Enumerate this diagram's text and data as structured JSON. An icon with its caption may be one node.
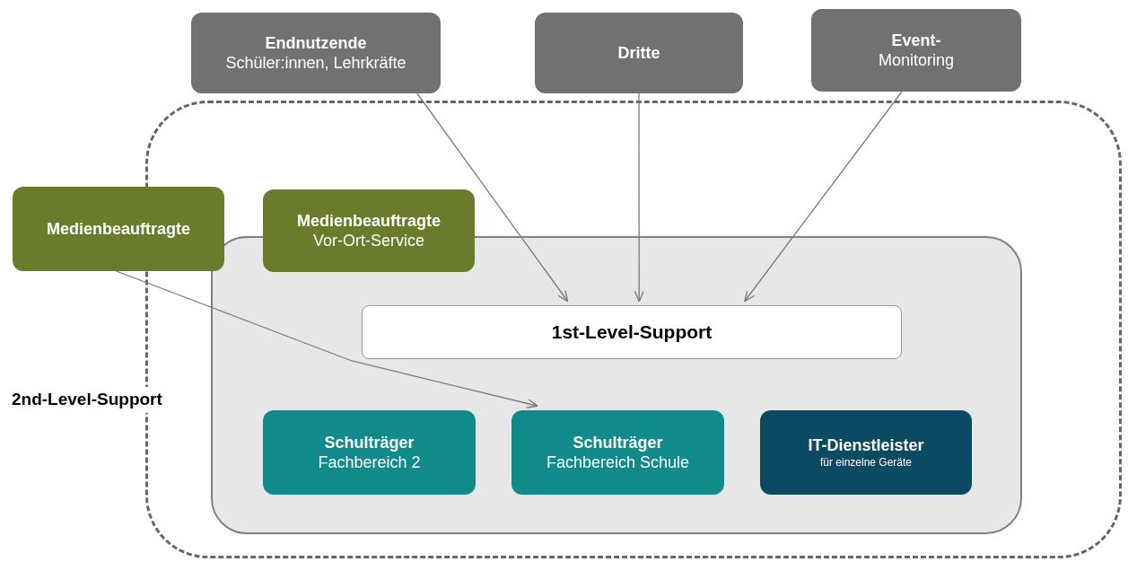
{
  "diagram": {
    "nodes": [
      {
        "text": [
          "Endnutzende",
          "Schüler:innen, Lehrkräfte"
        ]
      },
      {
        "text": [
          "Dritte"
        ]
      },
      {
        "text": [
          "Event-",
          "Monitoring"
        ]
      },
      {
        "text": [
          "2nd-Level-Support"
        ]
      },
      {
        "text": [
          "Medienbeauftragte"
        ]
      },
      {
        "text": [],
        "shape": "box",
        "in": 3
      },
      {
        "text": [
          "Medienbeauftragte",
          "Vor-Ort-Service"
        ],
        "in": 3
      },
      {
        "text": [
          "1st-Level-Support"
        ],
        "in": 5
      },
      {
        "text": [
          "Schulträger",
          "Fachbereich 2"
        ],
        "in": 5
      },
      {
        "text": [
          "Schulträger",
          "Fachbereich Schule"
        ],
        "in": 5
      },
      {
        "text": [
          "IT-Dienstleister",
          "für einzelne Geräte"
        ],
        "in": 5
      }
    ],
    "edges": [
      {
        "from": 0,
        "to": 7,
        "arrow": "to"
      },
      {
        "from": 1,
        "to": 7,
        "arrow": "to"
      },
      {
        "from": 2,
        "to": 7,
        "arrow": "to"
      },
      {
        "from": 4,
        "to": 9,
        "arrow": "to"
      }
    ]
  }
}
